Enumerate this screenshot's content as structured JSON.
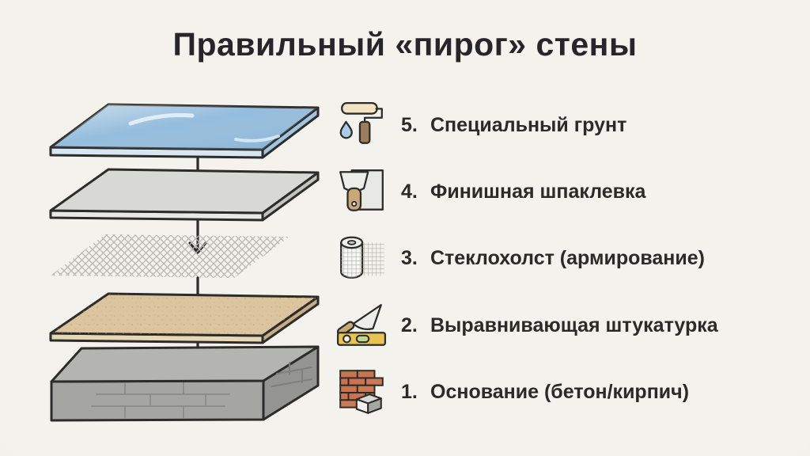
{
  "title": "Правильный «пирог» стены",
  "palette": {
    "background": "#f2f0ea",
    "outline": "#2c2c2a",
    "text": "#26262a",
    "primer_top": "#8fb9da",
    "primer_front": "#d6e6f3",
    "primer_side": "#a3c4de",
    "putty_top": "#d8d8d5",
    "putty_front": "#e8e8e5",
    "putty_side": "#c3c3c0",
    "mesh_line": "#b6b6b1",
    "plaster_top": "#dcc59e",
    "plaster_front": "#e8d7b5",
    "plaster_side": "#c7ac84",
    "base_top": "#b4b4b1",
    "base_front": "#a5a5a2",
    "base_side": "#949491",
    "icon_cream": "#f2e3c2",
    "icon_brown": "#9b7d5e",
    "icon_tan": "#c9a876",
    "icon_blue_drop": "#a9cde9",
    "icon_blade": "#ededea",
    "icon_square": "#e8e8e5",
    "icon_yellow": "#e9c34f",
    "icon_green": "#bcd98f",
    "icon_brick": "#c97350"
  },
  "legend": {
    "items": [
      {
        "number": "5.",
        "label": "Специальный грунт",
        "icon": "paint-roller-icon"
      },
      {
        "number": "4.",
        "label": "Финишная шпаклевка",
        "icon": "putty-knife-icon"
      },
      {
        "number": "3.",
        "label": "Стеклохолст (армирование)",
        "icon": "fiberglass-roll-icon"
      },
      {
        "number": "2.",
        "label": "Выравнивающая штукатурка",
        "icon": "trowel-level-icon"
      },
      {
        "number": "1.",
        "label": "Основание (бетон/кирпич)",
        "icon": "brick-wall-icon"
      }
    ]
  }
}
